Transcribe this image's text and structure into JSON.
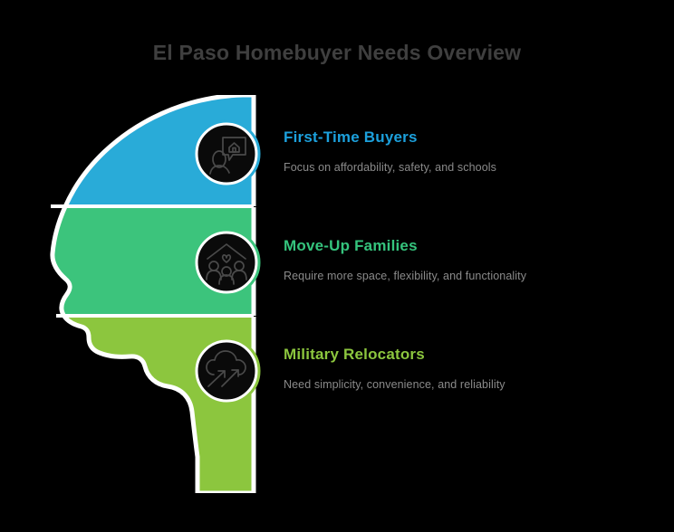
{
  "title": "El Paso Homebuyer Needs Overview",
  "colors": {
    "background": "#000000",
    "title_text": "#3f3f3f",
    "subtitle_text": "#8a8a8a",
    "outline": "#ffffff",
    "icon_stroke": "#4a4a4a",
    "icon_disc": "#0a0a0a",
    "blue": "#29abd8",
    "green": "#3cc47c",
    "olive": "#8cc63e",
    "heading_blue": "#1ca0dc",
    "heading_green": "#35c47d",
    "heading_olive": "#8cc63e"
  },
  "head": {
    "label": "head-silhouette",
    "segments": [
      {
        "name": "crown",
        "color": "#29abd8",
        "label": "First-Time Buyers"
      },
      {
        "name": "mid-face",
        "color": "#3cc47c",
        "label": "Move-Up Families"
      },
      {
        "name": "jaw-neck",
        "color": "#8cc63e",
        "label": "Military Relocators"
      }
    ]
  },
  "rows": [
    {
      "heading": "First-Time Buyers",
      "subtitle": "Focus on affordability, safety, and schools",
      "color": "#1ca0dc",
      "ring_color": "#29abd8",
      "icon": "person-house-speech-bubble-icon"
    },
    {
      "heading": "Move-Up Families",
      "subtitle": "Require more space, flexibility, and functionality",
      "color": "#35c47d",
      "ring_color": "#3cc47c",
      "icon": "family-house-heart-icon"
    },
    {
      "heading": "Military Relocators",
      "subtitle": "Need simplicity, convenience, and reliability",
      "color": "#8cc63e",
      "ring_color": "#8cc63e",
      "icon": "cloud-arrows-up-icon"
    }
  ]
}
